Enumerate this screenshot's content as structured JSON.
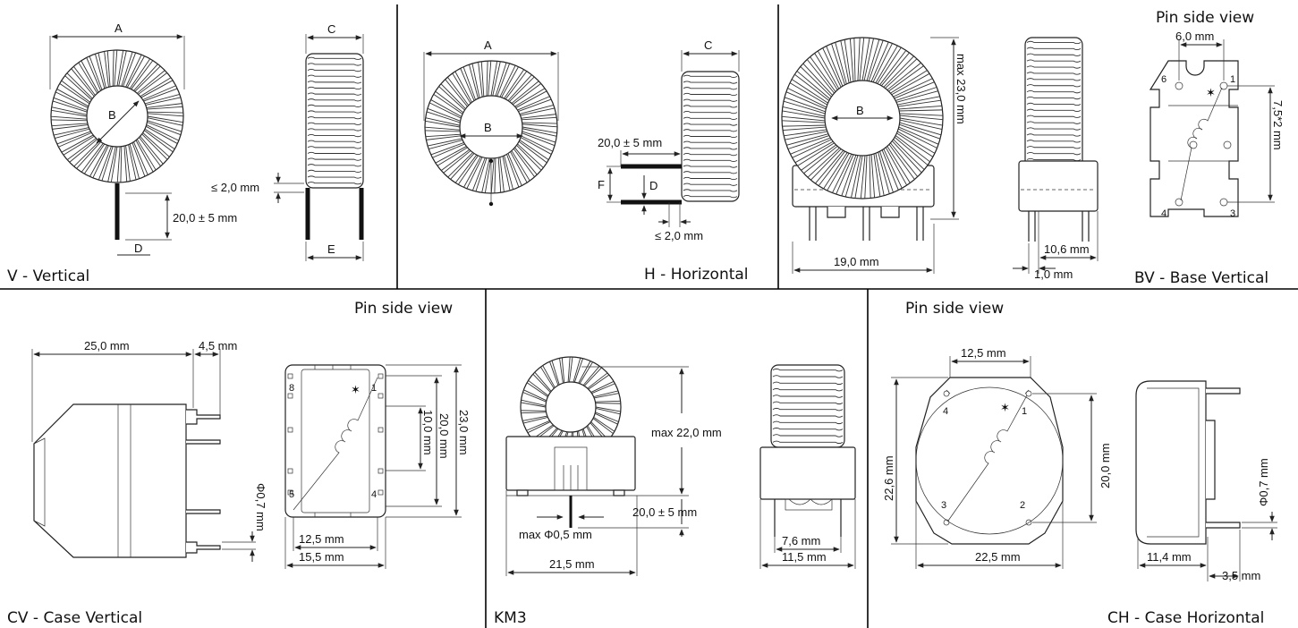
{
  "panels": {
    "v": {
      "caption": "V - Vertical",
      "label_a": "A",
      "label_b": "B",
      "label_c": "C",
      "label_d": "D",
      "label_e": "E",
      "dim_gap": "≤ 2,0 mm",
      "dim_lead": "20,0 ± 5 mm"
    },
    "h": {
      "caption": "H - Horizontal",
      "label_a": "A",
      "label_b": "B",
      "label_c": "C",
      "label_d": "D",
      "label_f": "F",
      "dim_lead": "20,0 ± 5 mm",
      "dim_gap": "≤ 2,0 mm"
    },
    "bv": {
      "caption": "BV - Base Vertical",
      "title": "Pin side view",
      "label_b": "B",
      "dim_height": "max 23,0 mm",
      "dim_base": "19,0 mm",
      "dim_depth": "10,6 mm",
      "dim_pin": "1,0 mm",
      "dim_top": "6,0 mm",
      "dim_pitch": "7,5*2 mm",
      "pins": [
        "6",
        "1",
        "4",
        "3"
      ]
    },
    "cv": {
      "caption": "CV - Case Vertical",
      "title": "Pin side view",
      "dim_length": "25,0 mm",
      "dim_pin_len": "4,5 mm",
      "dim_pin_dia": "Φ0,7 mm",
      "dim_inner_w": "12,5 mm",
      "dim_outer_w": "15,5 mm",
      "dim_inner_h": "10,0 mm",
      "dim_mid_h": "20,0 mm",
      "dim_outer_h": "23,0 mm",
      "pins": [
        "8",
        "1",
        "5",
        "4"
      ]
    },
    "km3": {
      "caption": "KM3",
      "dim_height": "max 22,0 mm",
      "dim_lead": "20,0 ± 5 mm",
      "dim_wire": "max Φ0,5 mm",
      "dim_width": "21,5 mm",
      "dim_pitch": "7,6 mm",
      "dim_depth": "11,5 mm"
    },
    "ch": {
      "caption": "CH - Case Horizontal",
      "title": "Pin side view",
      "dim_top": "12,5 mm",
      "dim_left": "22,6 mm",
      "dim_right": "20,0 mm",
      "dim_bottom": "22,5 mm",
      "dim_pin_dia": "Φ0,7 mm",
      "dim_depth": "11,4 mm",
      "dim_pin_len": "3,5 mm",
      "pins": [
        "4",
        "1",
        "3",
        "2"
      ]
    }
  }
}
